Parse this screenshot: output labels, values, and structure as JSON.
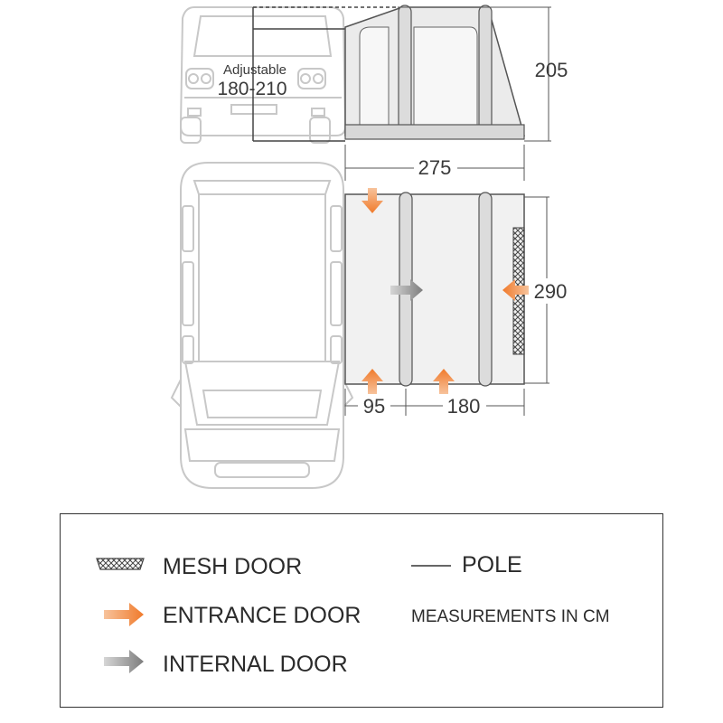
{
  "dimensions": {
    "adjustable_label": "Adjustable",
    "adjustable_range": "180-210",
    "height": "205",
    "width": "275",
    "depth": "290",
    "front_left": "95",
    "front_right": "180"
  },
  "legend": {
    "mesh_door": "MESH DOOR",
    "pole": "POLE",
    "entrance_door": "ENTRANCE DOOR",
    "measurements_note": "MEASUREMENTS IN CM",
    "internal_door": "INTERNAL DOOR"
  },
  "colors": {
    "entrance_arrow": "#f07a2b",
    "internal_arrow": "#8a8a8a",
    "vehicle_outline": "#c8c8c8",
    "awning_outline": "#555555",
    "awning_fill": "#f1f1f1"
  },
  "icons": {
    "mesh": "mesh-door-icon",
    "entrance": "entrance-arrow-icon",
    "internal": "internal-arrow-icon",
    "pole": "pole-line-icon"
  }
}
